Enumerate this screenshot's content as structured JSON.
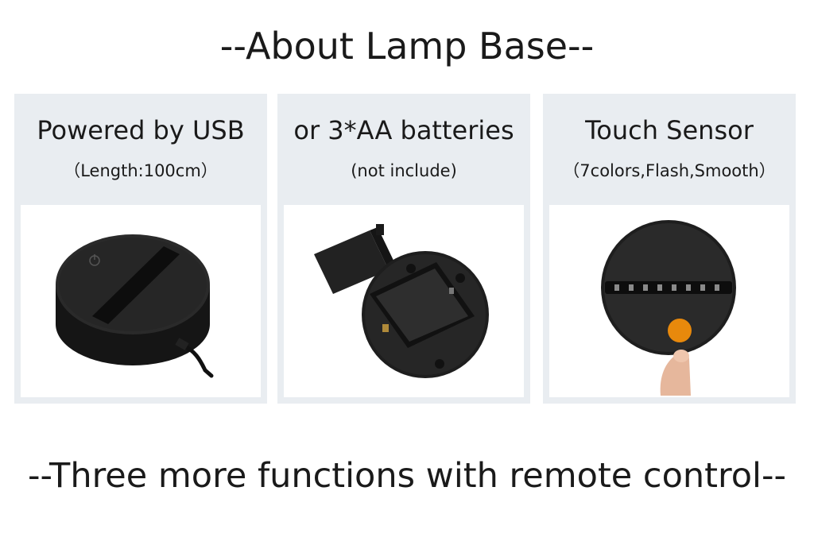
{
  "title": "--About Lamp Base--",
  "panels": [
    {
      "heading": "Powered by USB",
      "sub": "（Length:100cm）",
      "image": "usb-lamp-base-photo"
    },
    {
      "heading": "or 3*AA batteries",
      "sub": "(not include)",
      "image": "battery-compartment-photo"
    },
    {
      "heading": "Touch Sensor",
      "sub": "（7colors,Flash,Smooth）",
      "image": "touch-sensor-photo"
    }
  ],
  "footer": "--Three more functions with remote control--",
  "colors": {
    "panel_bg": "#e9edf1",
    "text": "#1a1a1a",
    "base_black": "#1e1e1e",
    "touch_dot": "#e8890c"
  }
}
